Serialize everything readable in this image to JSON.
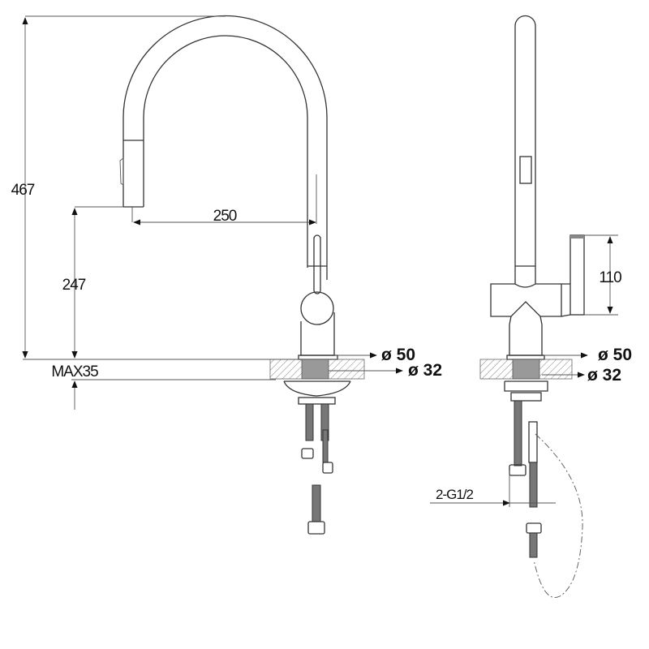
{
  "front_view": {
    "total_height": "467",
    "spout_height": "247",
    "spout_reach": "250",
    "max_counter_thickness": "MAX35",
    "base_diameter": "ø 50",
    "hole_diameter": "ø 32"
  },
  "side_view": {
    "handle_height": "110",
    "base_diameter": "ø 50",
    "hole_diameter": "ø 32",
    "connection_thread": "2-G1/2"
  }
}
